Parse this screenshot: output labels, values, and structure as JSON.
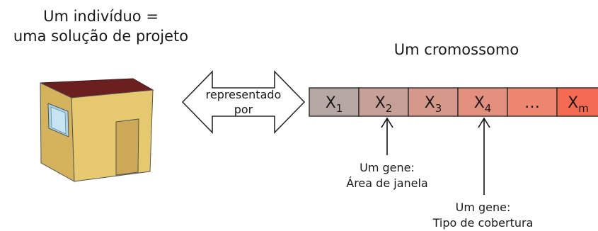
{
  "individual": {
    "title_line1": "Um indivíduo =",
    "title_line2": "uma solução de projeto"
  },
  "double_arrow": {
    "line1": "representado",
    "line2": "por"
  },
  "chromosome": {
    "title": "Um cromossomo",
    "genes": [
      {
        "base": "X",
        "sub": "1",
        "fill": "#b7a7a5"
      },
      {
        "base": "X",
        "sub": "2",
        "fill": "#c6a097"
      },
      {
        "base": "X",
        "sub": "3",
        "fill": "#d6988a"
      },
      {
        "base": "X",
        "sub": "4",
        "fill": "#e2907d"
      },
      {
        "base": "…",
        "sub": "",
        "fill": "#ee8670"
      },
      {
        "base": "X",
        "sub": "m",
        "fill": "#f46a52"
      }
    ]
  },
  "gene_notes": [
    {
      "line1": "Um gene:",
      "line2": "Área de janela"
    },
    {
      "line1": "Um gene:",
      "line2": "Tipo de cobertura"
    }
  ],
  "colors": {
    "house_front": "#e6c96e",
    "house_side": "#d4b35c",
    "roof": "#6b1f1f",
    "window": "#a9d4ea",
    "door": "#cda856"
  },
  "icons": [
    "house-icon",
    "double-arrow-icon",
    "up-arrow-icon"
  ]
}
